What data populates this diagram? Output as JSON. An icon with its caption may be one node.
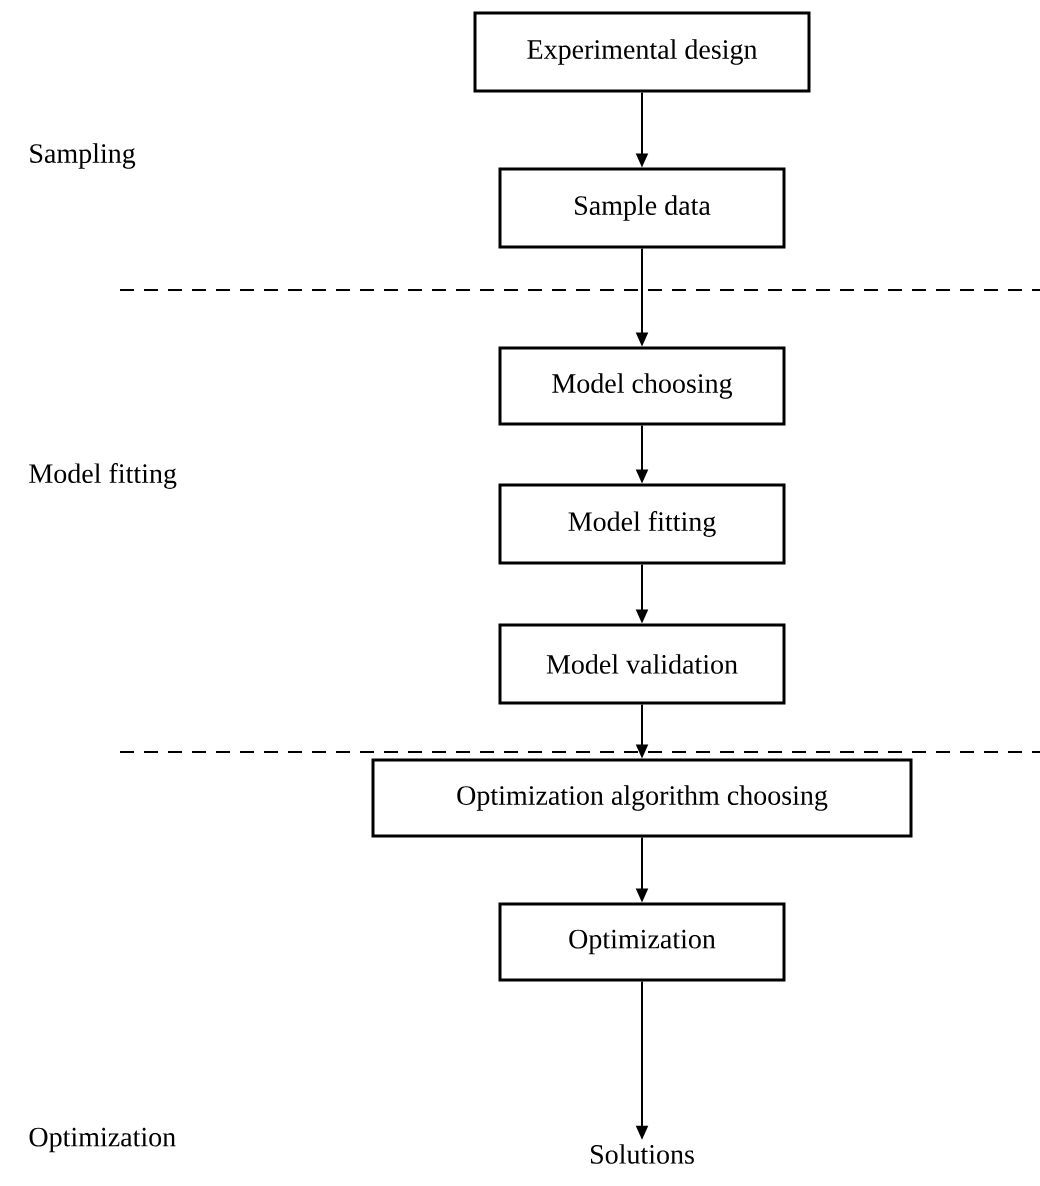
{
  "diagram": {
    "nodes": [
      {
        "text": [
          "Experimental design"
        ]
      },
      {
        "text": [
          "Sample data"
        ]
      },
      {
        "text": [
          "Model choosing"
        ]
      },
      {
        "text": [
          "Model fitting"
        ]
      },
      {
        "text": [
          "Model validation"
        ]
      },
      {
        "text": [
          "Optimization algorithm choosing"
        ]
      },
      {
        "text": [
          "Optimization"
        ]
      },
      {
        "text": [
          "Solutions"
        ]
      }
    ],
    "edges": [
      {
        "from": 0,
        "to": 1,
        "arrow": "to"
      },
      {
        "from": 1,
        "to": 2,
        "arrow": "to"
      },
      {
        "from": 2,
        "to": 3,
        "arrow": "to"
      },
      {
        "from": 3,
        "to": 4,
        "arrow": "to"
      },
      {
        "from": 4,
        "to": 5,
        "arrow": "to"
      },
      {
        "from": 5,
        "to": 6,
        "arrow": "to"
      },
      {
        "from": 6,
        "to": 7,
        "arrow": "to"
      }
    ],
    "labels": [
      "Sampling",
      "Model fitting",
      "Optimization"
    ]
  }
}
